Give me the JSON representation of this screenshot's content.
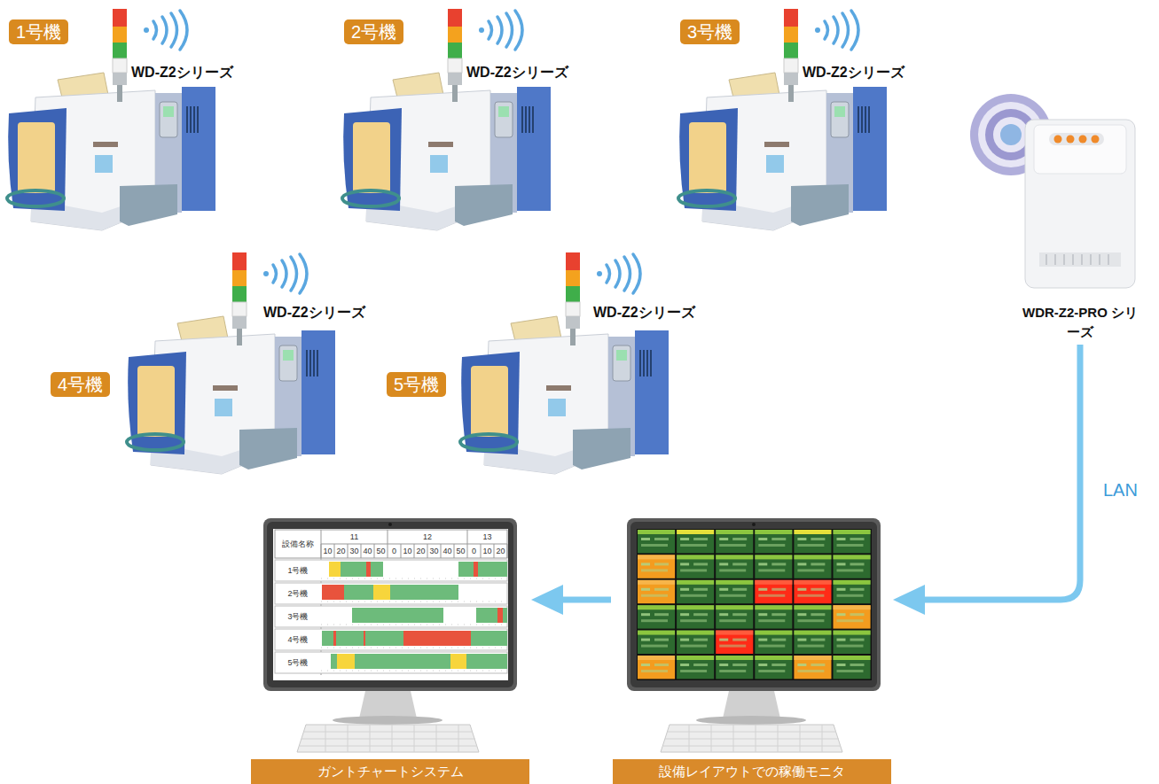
{
  "diagram": {
    "nodes": [
      {
        "text": [
          "1号機",
          "WD-Z2シリーズ"
        ]
      },
      {
        "text": [
          "2号機",
          "WD-Z2シリーズ"
        ]
      },
      {
        "text": [
          "3号機",
          "WD-Z2シリーズ"
        ]
      },
      {
        "text": [
          "WDR-Z2-PRO シリーズ"
        ]
      },
      {
        "text": [
          "4号機",
          "WD-Z2シリーズ"
        ]
      },
      {
        "text": [
          "5号機",
          "WD-Z2シリーズ"
        ]
      },
      {
        "text": [
          "ガントチャートシステム"
        ]
      },
      {
        "text": [
          "設備レイアウトでの稼働モニタ"
        ]
      }
    ],
    "edges": [
      {
        "from": 3,
        "to": 7,
        "label": "LAN",
        "arrow": "to"
      },
      {
        "from": 7,
        "to": 6,
        "arrow": "to"
      }
    ],
    "labels": [
      "設備名称",
      "11",
      "12",
      "13",
      "10",
      "20",
      "30",
      "40",
      "50",
      "0",
      "10",
      "20",
      "30",
      "40",
      "50",
      "0",
      "10",
      "20",
      "1号機",
      "2号機",
      "3号機",
      "4号機",
      "5号機"
    ]
  }
}
